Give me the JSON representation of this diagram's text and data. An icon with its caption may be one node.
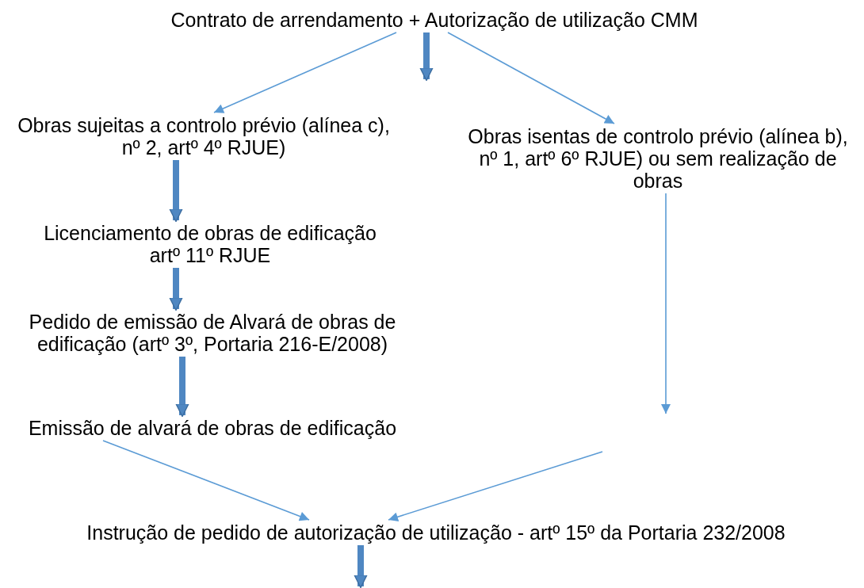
{
  "diagram": {
    "nodes": [
      {
        "text": [
          "Contrato de arrendamento + Autorização de utilização CMM"
        ]
      },
      {
        "text": [
          "Obras sujeitas a controlo prévio (alínea c), nº 2, artº 4º RJUE)"
        ]
      },
      {
        "text": [
          "Obras isentas de controlo prévio (alínea b), nº 1, artº 6º RJUE) ou sem realização de obras"
        ]
      },
      {
        "text": [
          "Licenciamento de obras de edificação artº 11º RJUE"
        ]
      },
      {
        "text": [
          "Pedido de emissão de Alvará de obras de edificação (artº 3º, Portaria 216-E/2008)"
        ]
      },
      {
        "text": [
          "Emissão de alvará de obras de edificação"
        ]
      },
      {
        "text": [
          "Instrução de pedido de autorização de utilização - artº 15º da Portaria 232/2008"
        ]
      }
    ],
    "edges": [
      {
        "from": 0,
        "to": 1,
        "arrow": "to"
      },
      {
        "from": 0,
        "to": 2,
        "arrow": "to"
      },
      {
        "from": 0,
        "to": null,
        "arrow": "to",
        "style": "thick"
      },
      {
        "from": 1,
        "to": 3,
        "arrow": "to",
        "style": "thick"
      },
      {
        "from": 3,
        "to": 4,
        "arrow": "to",
        "style": "thick"
      },
      {
        "from": 4,
        "to": 5,
        "arrow": "to",
        "style": "thick"
      },
      {
        "from": 2,
        "to": null,
        "arrow": "to"
      },
      {
        "from": 5,
        "to": 6,
        "arrow": "to"
      },
      {
        "from": null,
        "to": 6,
        "arrow": "to"
      },
      {
        "from": 6,
        "to": null,
        "arrow": "to",
        "style": "thick"
      }
    ]
  }
}
